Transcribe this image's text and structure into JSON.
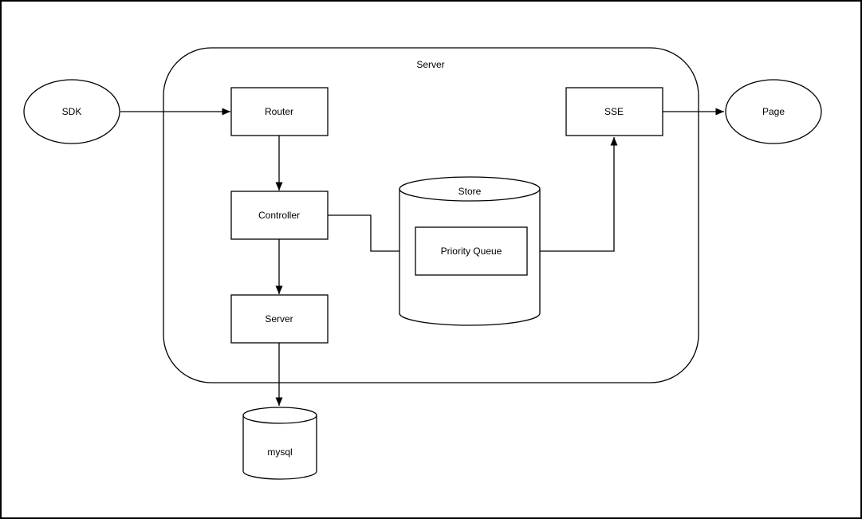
{
  "app": {
    "background_color": "#ffffff",
    "stroke_color": "#000000",
    "text_color": "#000000"
  },
  "diagram": {
    "group": {
      "label": "Server",
      "shape": "rounded-rectangle"
    },
    "nodes": {
      "sdk": {
        "label": "SDK",
        "shape": "ellipse"
      },
      "router": {
        "label": "Router",
        "shape": "rectangle"
      },
      "controller": {
        "label": "Controller",
        "shape": "rectangle"
      },
      "server": {
        "label": "Server",
        "shape": "rectangle"
      },
      "store": {
        "label": "Store",
        "shape": "cylinder"
      },
      "priority_queue": {
        "label": "Priority Queue",
        "shape": "rectangle"
      },
      "sse": {
        "label": "SSE",
        "shape": "rectangle"
      },
      "page": {
        "label": "Page",
        "shape": "ellipse"
      },
      "mysql": {
        "label": "mysql",
        "shape": "cylinder"
      }
    },
    "edges": [
      {
        "from": "SDK",
        "to": "Router"
      },
      {
        "from": "Router",
        "to": "Controller"
      },
      {
        "from": "Controller",
        "to": "Priority Queue"
      },
      {
        "from": "Controller",
        "to": "Server"
      },
      {
        "from": "Server",
        "to": "mysql"
      },
      {
        "from": "Priority Queue",
        "to": "SSE"
      },
      {
        "from": "SSE",
        "to": "Page"
      }
    ]
  }
}
